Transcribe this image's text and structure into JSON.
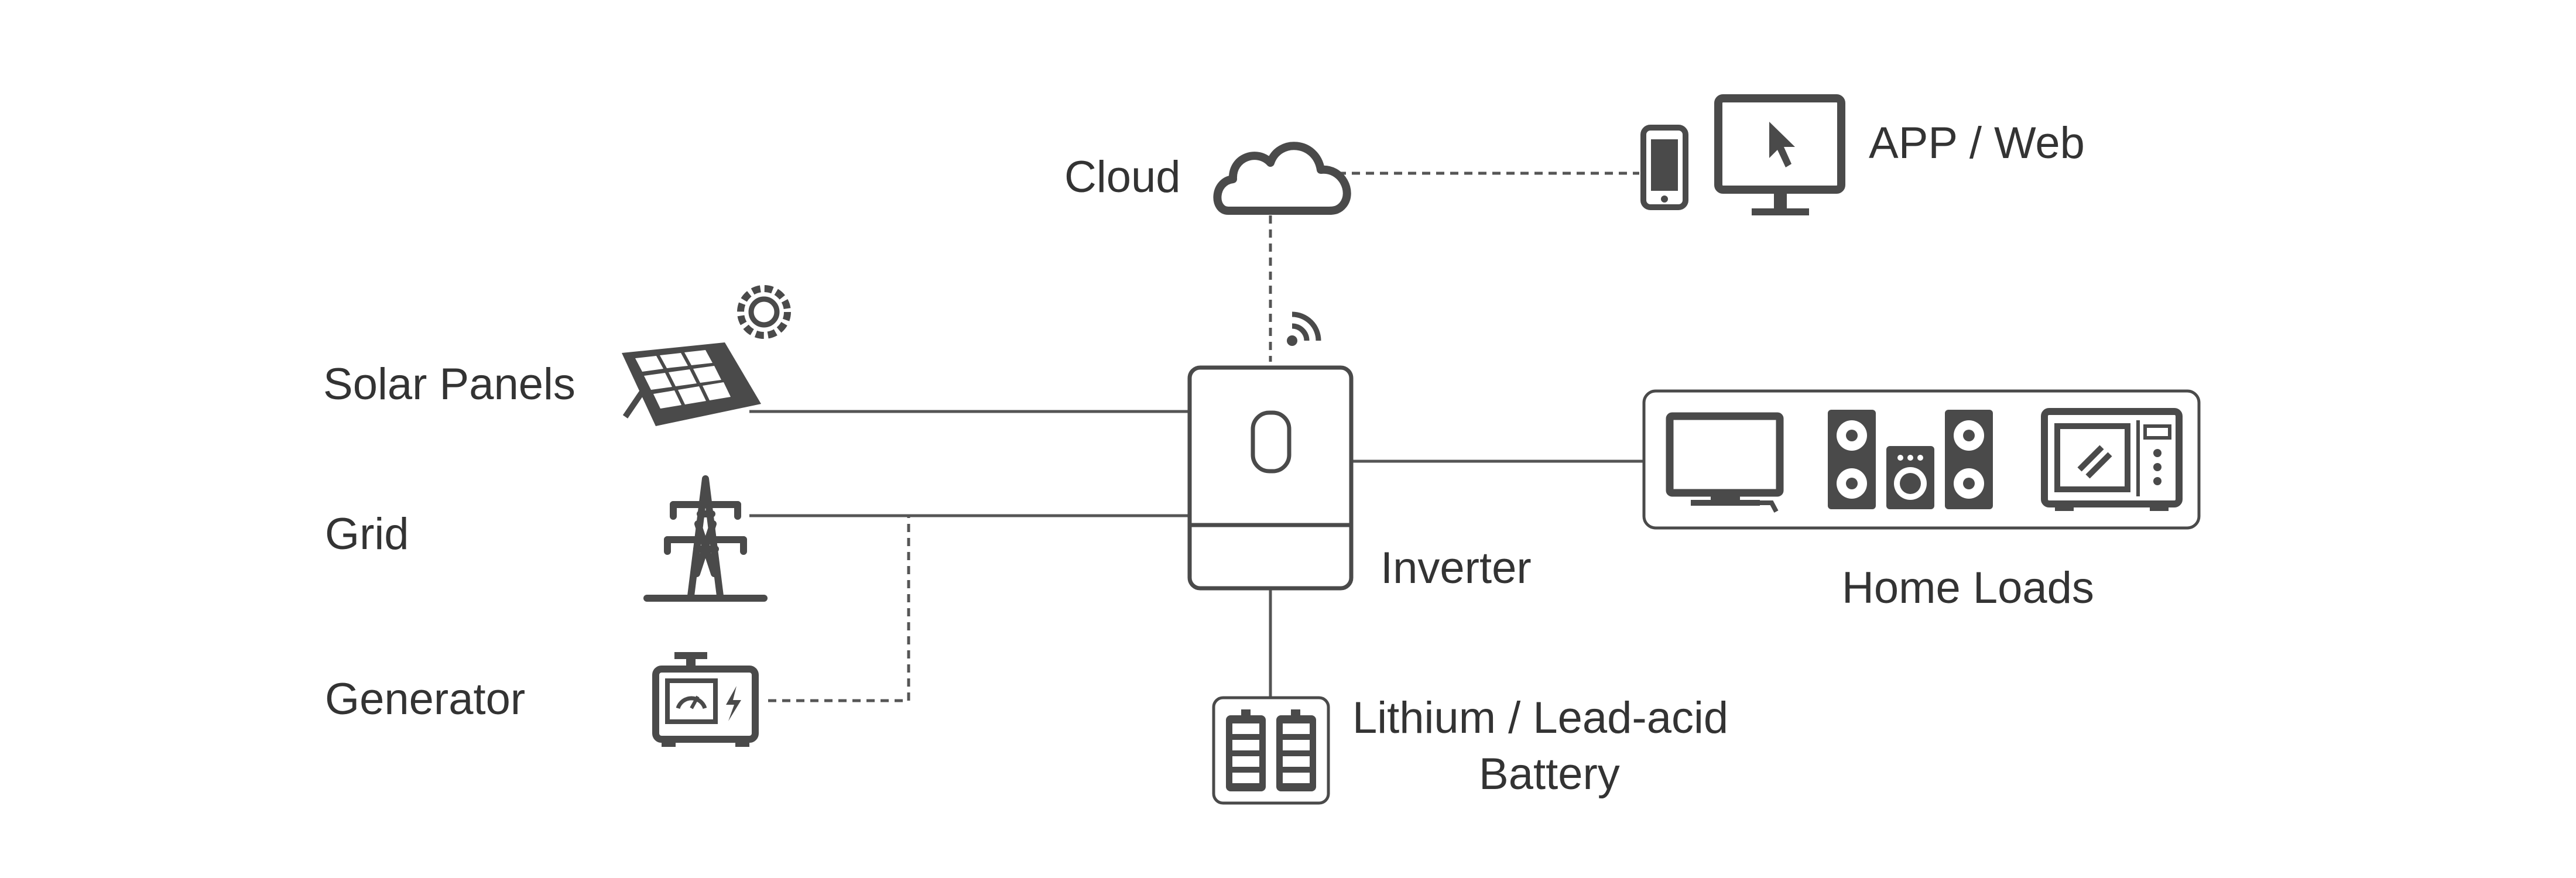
{
  "labels": {
    "cloud": "Cloud",
    "app_web": "APP / Web",
    "solar": "Solar Panels",
    "grid": "Grid",
    "generator": "Generator",
    "inverter": "Inverter",
    "home_loads": "Home Loads",
    "battery_line1": "Lithium / Lead-acid",
    "battery_line2": "Battery"
  },
  "colors": {
    "icon": "#4a4a4a",
    "line": "#555555",
    "text": "#333333"
  },
  "icons": [
    "cloud-icon",
    "phone-icon",
    "monitor-icon",
    "wifi-icon",
    "sun-icon",
    "solar-panel-icon",
    "pylon-icon",
    "generator-icon",
    "inverter-icon",
    "tv-icon",
    "speaker-icon",
    "microwave-icon",
    "battery-icon"
  ]
}
